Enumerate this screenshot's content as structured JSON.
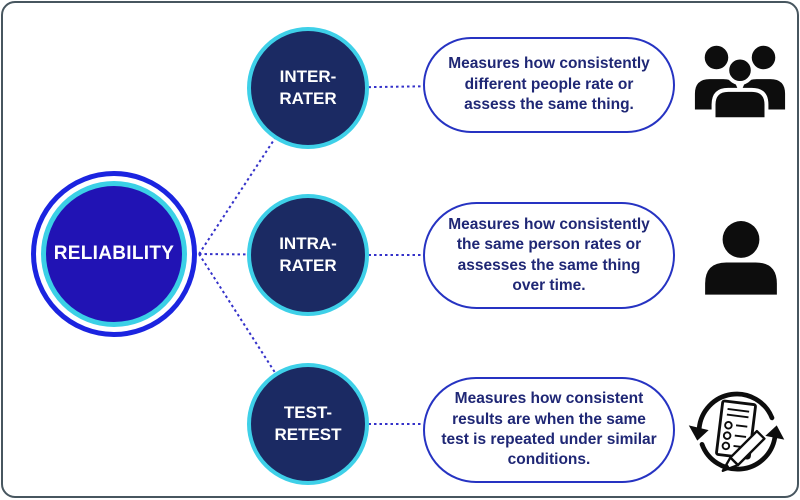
{
  "frame": {
    "background": "#ffffff",
    "border_color": "#47565f"
  },
  "palette": {
    "root_outer_ring": "#1b24e0",
    "cyan_ring": "#3bd0e6",
    "root_fill": "#2113b4",
    "node_fill": "#1b2a63",
    "node_border": "#3ed0e8",
    "connector_blue": "#3431c9",
    "bubble_border": "#2633c2",
    "text_navy": "#1f2775",
    "icon_black": "#0d0d0d",
    "label_white": "#ffffff"
  },
  "root_node": {
    "label": "RELIABILITY"
  },
  "branches": [
    {
      "id": "inter-rater",
      "label_top": "INTER-",
      "label_bottom": "RATER",
      "description": "Measures how consistently different people rate or assess the same thing.",
      "icon": "people-group-icon"
    },
    {
      "id": "intra-rater",
      "label_top": "INTRA-",
      "label_bottom": "RATER",
      "description": "Measures how consistently the same person rates or assesses the same thing over time.",
      "icon": "person-icon"
    },
    {
      "id": "test-retest",
      "label_top": "TEST-",
      "label_bottom": "RETEST",
      "description": "Measures how consistent results are when the same test is repeated under similar conditions.",
      "icon": "test-retest-cycle-icon"
    }
  ]
}
